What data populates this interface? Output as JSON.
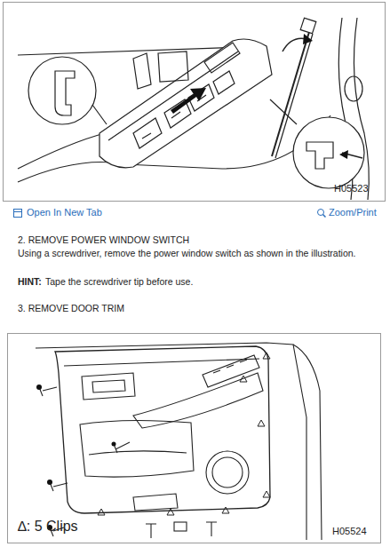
{
  "diagram": {
    "labels": [
      "H05523",
      "Open In New Tab",
      "Zoom/Print",
      "2. REMOVE POWER WINDOW SWITCH",
      "Using a screwdriver, remove the power window switch as shown in the illustration.",
      "HINT:",
      "Tape the screwdriver tip before use.",
      "3. REMOVE DOOR TRIM",
      "∆: 5 Clips",
      "H05524"
    ]
  }
}
